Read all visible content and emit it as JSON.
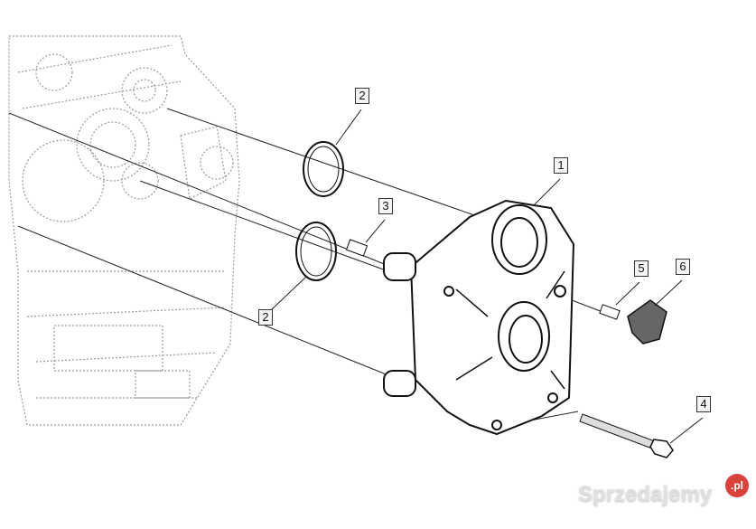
{
  "callouts": [
    {
      "id": "c1",
      "label": "1"
    },
    {
      "id": "c2a",
      "label": "2"
    },
    {
      "id": "c2b",
      "label": "2"
    },
    {
      "id": "c3",
      "label": "3"
    },
    {
      "id": "c4",
      "label": "4"
    },
    {
      "id": "c5",
      "label": "5"
    },
    {
      "id": "c6",
      "label": "6"
    }
  ],
  "watermark": {
    "text": "Sprzedajemy",
    "badge": ".pl",
    "badge_color": "#d9423b"
  }
}
